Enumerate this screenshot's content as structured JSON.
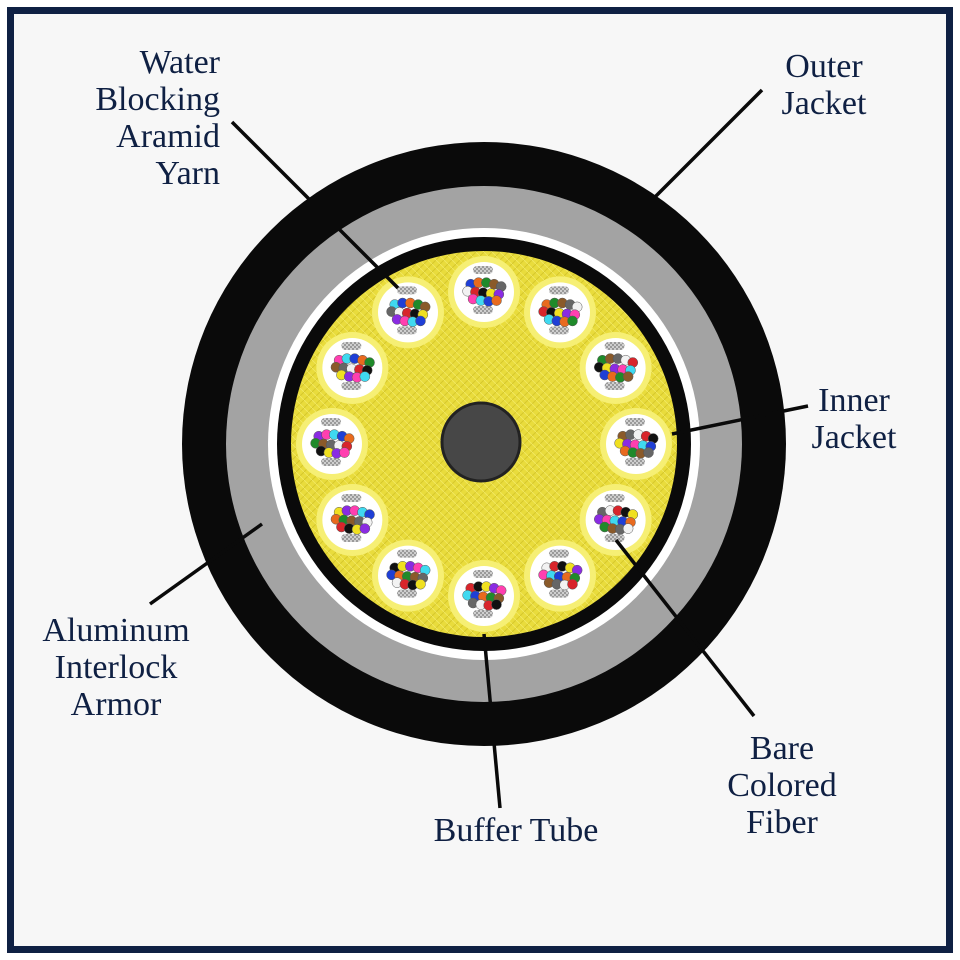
{
  "labels": {
    "water_blocking": [
      "Water",
      "Blocking",
      "Aramid",
      "Yarn"
    ],
    "outer_jacket": [
      "Outer",
      "Jacket"
    ],
    "inner_jacket": [
      "Inner",
      "Jacket"
    ],
    "aluminum_armor": [
      "Aluminum",
      "Interlock",
      "Armor"
    ],
    "buffer_tube": [
      "Buffer Tube"
    ],
    "bare_fiber": [
      "Bare",
      "Colored",
      "Fiber"
    ]
  },
  "colors": {
    "frame": "#0f2043",
    "label_text": "#0f2043",
    "outer_jacket": "#0a0a0a",
    "armor": "#a3a3a3",
    "inner_jacket": "#0a0a0a",
    "aramid_yarn": "#e9dc3c",
    "central_member": "#474747",
    "buffer_tube": "#ffffff",
    "fibers": [
      "#1f3fd6",
      "#e86a1e",
      "#1f8a2a",
      "#8a5a2a",
      "#666666",
      "#f2f2f2",
      "#d8252b",
      "#111111",
      "#f0e020",
      "#8a2be2",
      "#ff3fb0",
      "#3fd9f0"
    ]
  }
}
